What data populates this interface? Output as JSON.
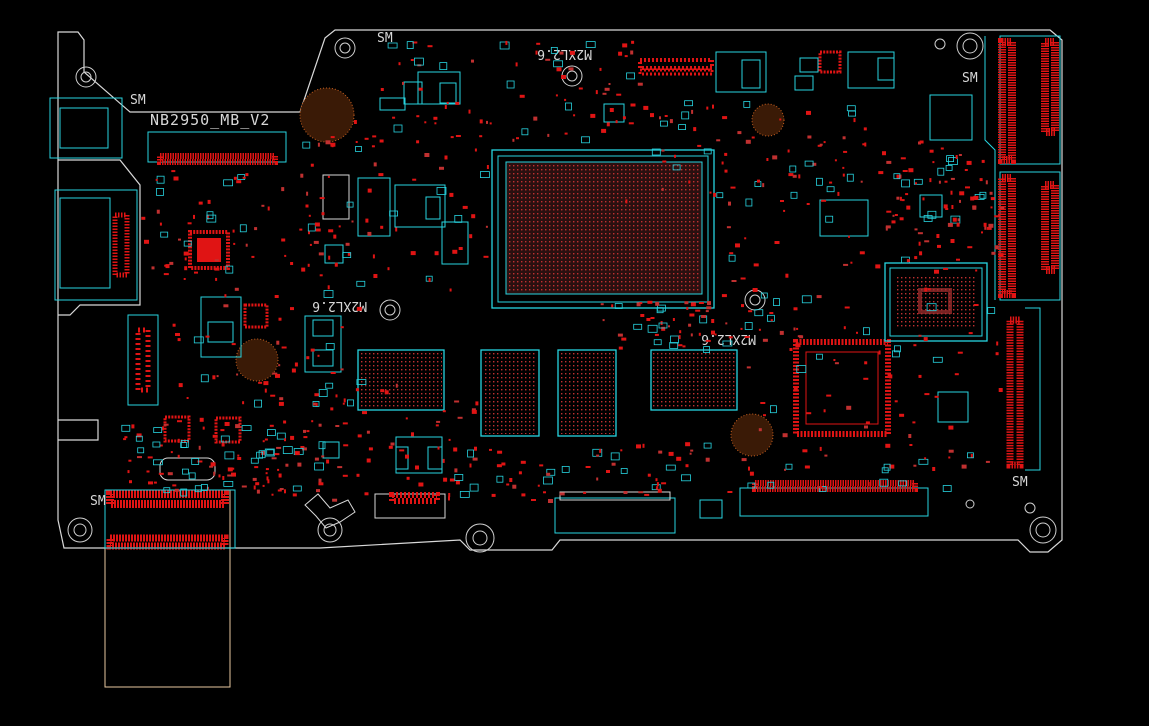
{
  "board": {
    "name_label": "NB2950_MB_V2",
    "labels": [
      {
        "id": "mxl-top",
        "text": "M2XL2.6",
        "rot": 180
      },
      {
        "id": "mxl-left",
        "text": "M2XL2.6",
        "rot": 180
      },
      {
        "id": "mxl-right",
        "text": "M2XL2.6",
        "rot": 180
      }
    ],
    "markers": [
      "SM",
      "SM",
      "SM",
      "SM",
      "SM"
    ],
    "colors": {
      "background": "#000000",
      "outline": "#d8d8d8",
      "component": "#27d4e0",
      "pad": "#e01414",
      "silk": "#d8d8d8"
    }
  }
}
